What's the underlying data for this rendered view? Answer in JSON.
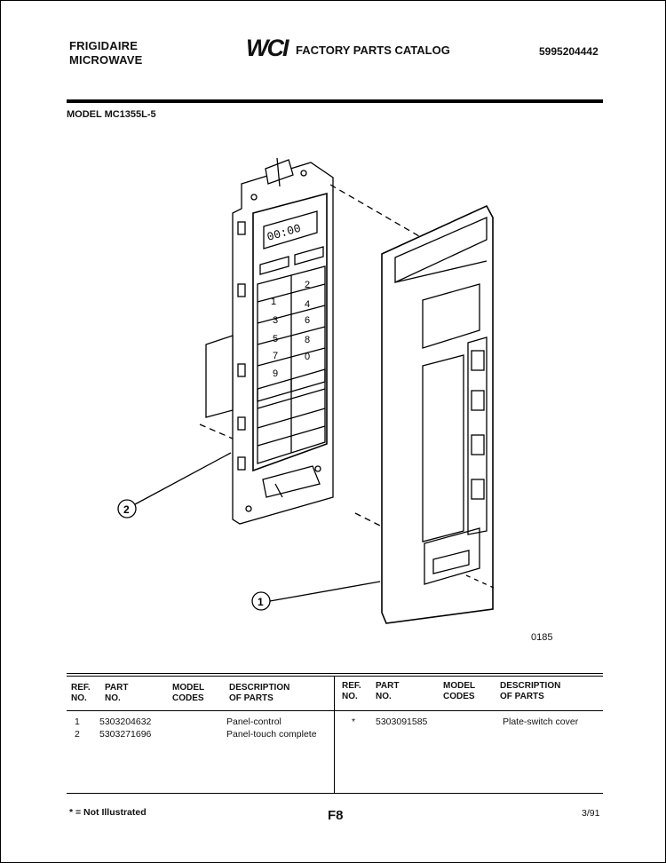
{
  "header": {
    "brand_line1": "FRIGIDAIRE",
    "brand_line2": "MICROWAVE",
    "logo_text": "WCI",
    "catalog_title": "FACTORY PARTS CATALOG",
    "catalog_number": "5995204442",
    "model": "MODEL MC1355L-5"
  },
  "drawing": {
    "keypad_digits": [
      "1",
      "2",
      "3",
      "4",
      "5",
      "6",
      "7",
      "8",
      "9",
      "0"
    ],
    "display_text": "00:00",
    "callouts": [
      "1",
      "2"
    ],
    "figure_code": "0185"
  },
  "table": {
    "headers": {
      "ref_no": "REF. NO.",
      "part_no": "PART NO.",
      "model_codes": "MODEL CODES",
      "description": "DESCRIPTION OF PARTS"
    },
    "left_rows": [
      {
        "ref": "1",
        "part": "5303204632",
        "codes": "",
        "desc": "Panel-control"
      },
      {
        "ref": "2",
        "part": "5303271696",
        "codes": "",
        "desc": "Panel-touch complete"
      }
    ],
    "right_rows": [
      {
        "ref": "*",
        "part": "5303091585",
        "codes": "",
        "desc": "Plate-switch cover"
      }
    ]
  },
  "footer": {
    "note": "* = Not Illustrated",
    "page": "F8",
    "date": "3/91"
  }
}
